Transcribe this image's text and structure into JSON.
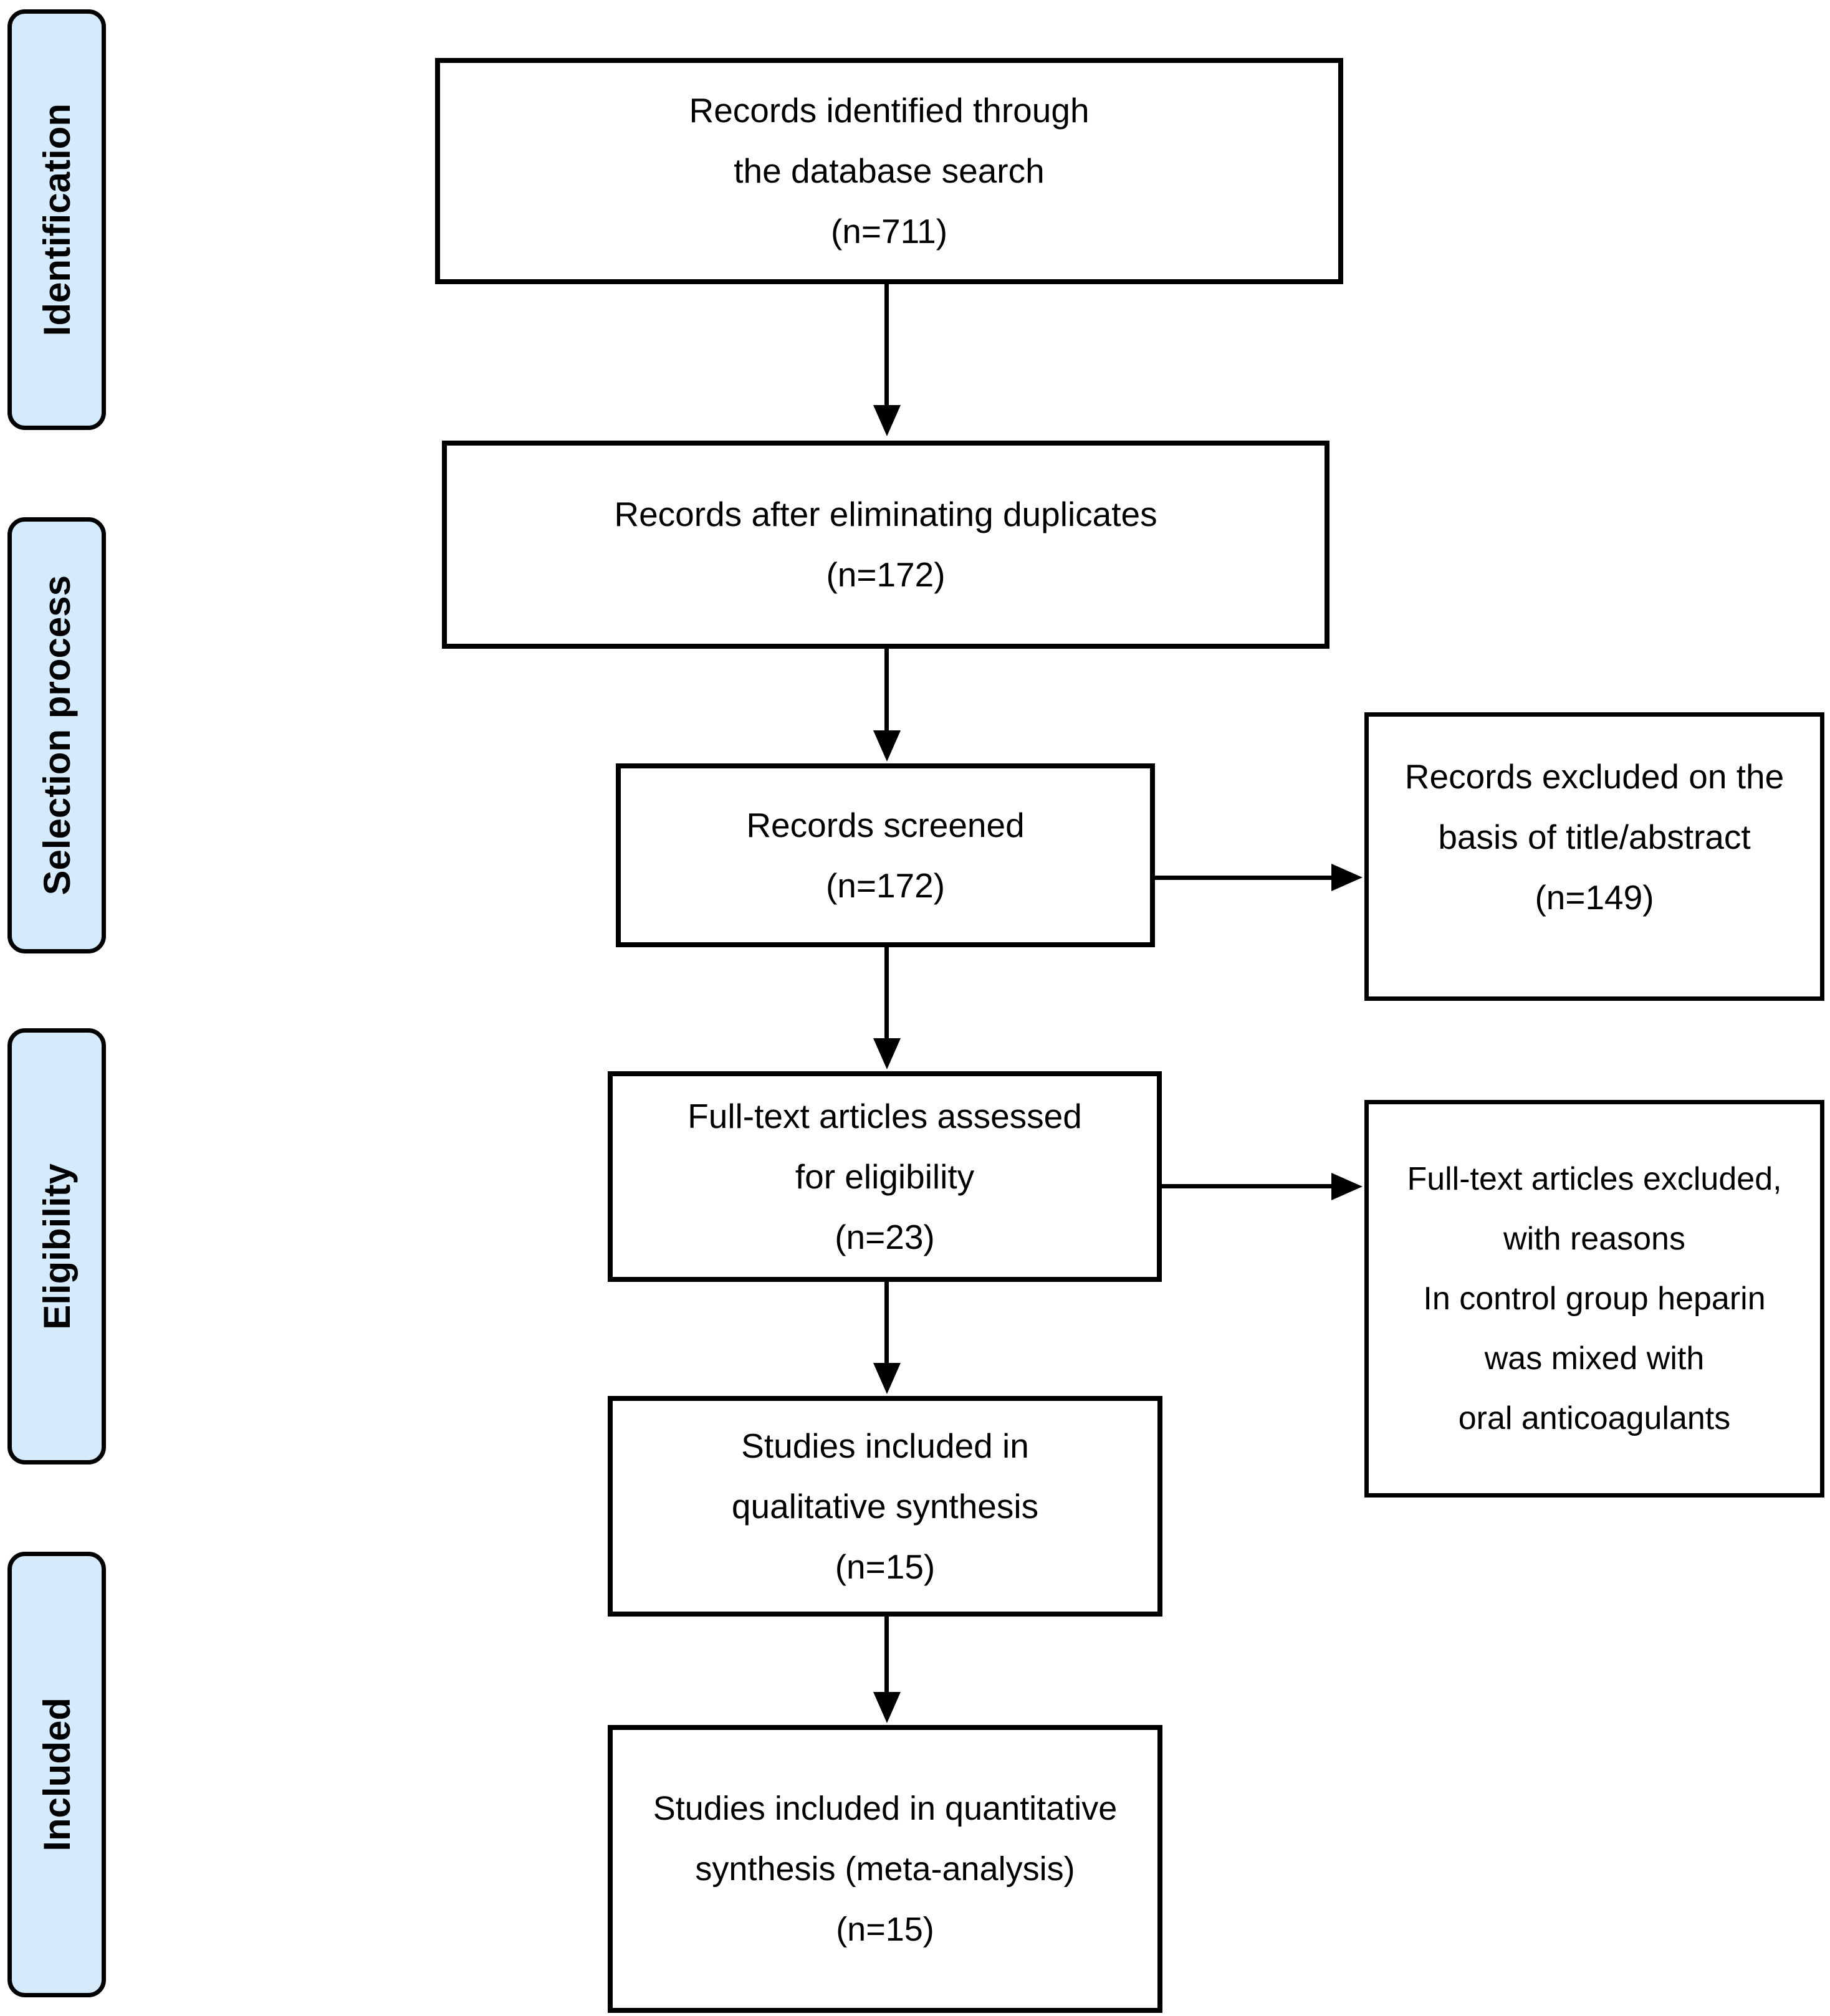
{
  "stages": [
    {
      "label": "Identification"
    },
    {
      "label": "Selection process"
    },
    {
      "label": "Eligibility"
    },
    {
      "label": "Included"
    }
  ],
  "flow_boxes": [
    {
      "name": "records-identified",
      "lines": [
        "Records identified through",
        "the database search",
        "(n=711)"
      ]
    },
    {
      "name": "records-after-duplicates",
      "lines": [
        "Records after eliminating duplicates",
        "(n=172)"
      ]
    },
    {
      "name": "records-screened",
      "lines": [
        "Records screened",
        "(n=172)"
      ]
    },
    {
      "name": "fulltext-assessed",
      "lines": [
        "Full-text articles assessed",
        "for eligibility",
        "(n=23)"
      ]
    },
    {
      "name": "qualitative-synthesis",
      "lines": [
        "Studies included in",
        "qualitative synthesis",
        "(n=15)"
      ]
    },
    {
      "name": "quantitative-synthesis",
      "lines": [
        "Studies included in quantitative",
        "synthesis (meta-analysis)",
        "(n=15)"
      ]
    }
  ],
  "exclusion_boxes": [
    {
      "name": "excluded-title-abstract",
      "lines": [
        "Records excluded on the",
        "basis of title/abstract",
        "(n=149)"
      ]
    },
    {
      "name": "excluded-fulltext",
      "lines": [
        "Full-text articles excluded,",
        "with reasons",
        "In control group heparin",
        "was mixed with",
        "oral anticoagulants"
      ]
    }
  ],
  "colors": {
    "stage_fill": "#d5ebfc",
    "stage_border": "#000000",
    "box_border": "#000000",
    "arrow": "#000000",
    "background": "#ffffff",
    "text": "#000000"
  }
}
